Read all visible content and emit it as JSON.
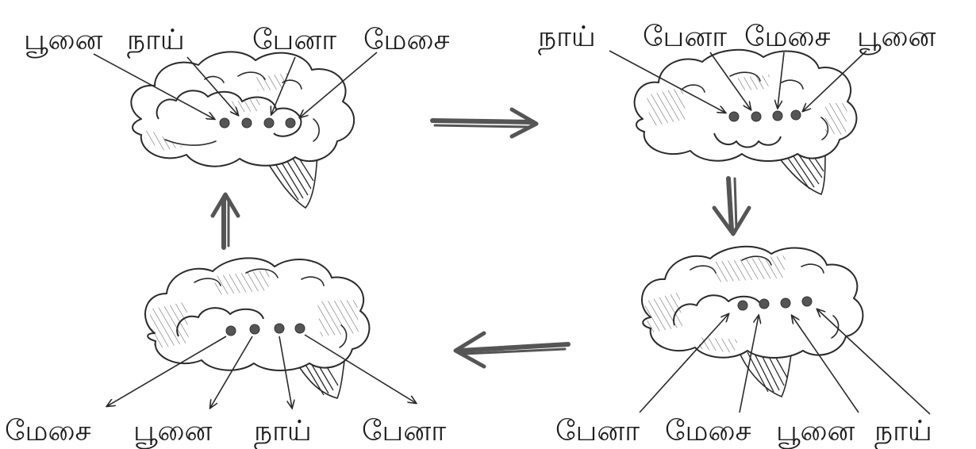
{
  "panels": [
    {
      "id": "top-left",
      "words": [
        "பூனை",
        "நாய்",
        "பேனா",
        "மேசை"
      ]
    },
    {
      "id": "top-right",
      "words": [
        "நாய்",
        "பேனா",
        "மேசை",
        "பூனை"
      ]
    },
    {
      "id": "bottom-right",
      "words": [
        "பேனா",
        "மேசை",
        "பூனை",
        "நாய்"
      ]
    },
    {
      "id": "bottom-left",
      "words": [
        "மேசை",
        "பூனை",
        "நாய்",
        "பேனா"
      ]
    }
  ],
  "flow_order": [
    "top-left",
    "top-right",
    "bottom-right",
    "bottom-left",
    "top-left"
  ],
  "colors": {
    "ink": "#2a2a2a",
    "dot": "#555555",
    "arrow": "#555555",
    "background": "#ffffff"
  }
}
